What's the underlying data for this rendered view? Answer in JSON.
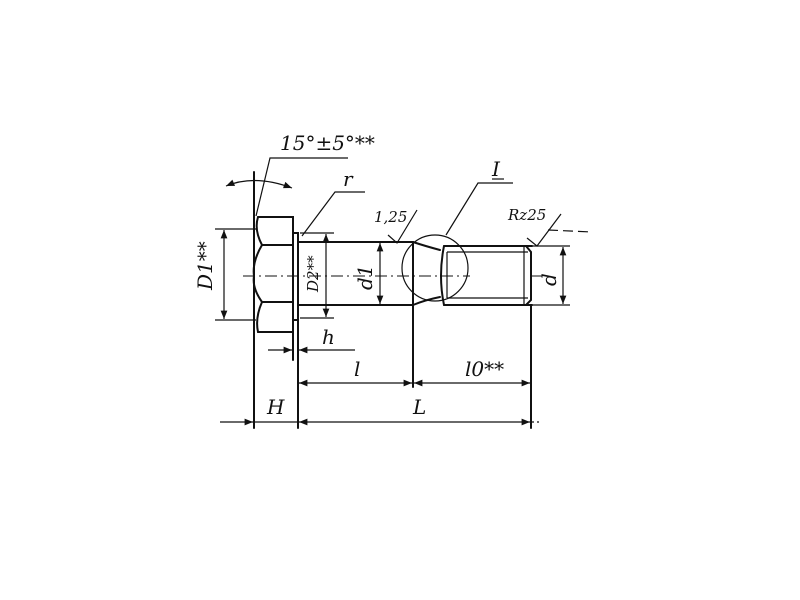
{
  "drawing": {
    "angle_label": "15°±5°**",
    "radius_label": "r",
    "section_label": "I",
    "roughness_shank": "1,25",
    "roughness_thread": "Rz25",
    "dim_D1": "D1**",
    "dim_D2": "D2**",
    "dim_d1": "d1",
    "dim_d": "d",
    "dim_h": "h",
    "dim_l": "l",
    "dim_l0": "l0**",
    "dim_H": "H",
    "dim_L": "L"
  }
}
